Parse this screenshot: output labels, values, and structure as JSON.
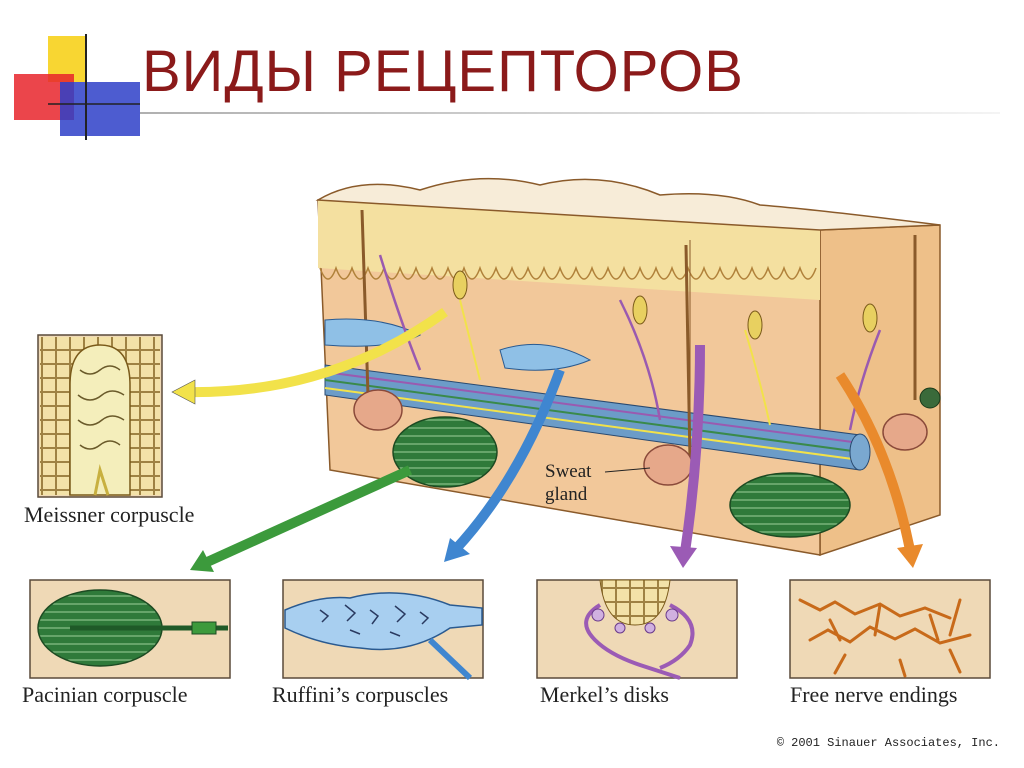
{
  "title": "ВИДЫ РЕЦЕПТОРОВ",
  "labels": {
    "meissner": "Meissner corpuscle",
    "pacinian": "Pacinian corpuscle",
    "ruffini": "Ruffini’s corpuscles",
    "merkel": "Merkel’s disks",
    "free": "Free nerve endings",
    "sweat_line1": "Sweat",
    "sweat_line2": "gland"
  },
  "copyright": "© 2001 Sinauer Associates, Inc.",
  "colors": {
    "title": "#8b1a1a",
    "meissner_arrow": "#f2e24a",
    "pacinian_arrow": "#3c9a3c",
    "ruffini_arrow": "#3f86d0",
    "merkel_arrow": "#9b5bb5",
    "free_arrow": "#e98a2c",
    "skin_top": "#f7ecd8",
    "epidermis": "#f4e0a0",
    "dermis": "#f2c89a"
  }
}
